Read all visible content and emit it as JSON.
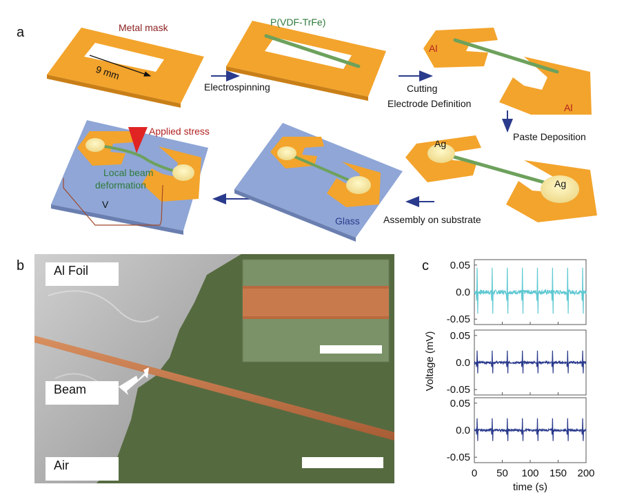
{
  "panels": {
    "a": {
      "letter": "a",
      "metal_mask": "Metal mask",
      "dimension": "9 mm",
      "polymer": "P(VDF-TrFe)",
      "step1": "Electrospinning",
      "al_left": "Al",
      "al_right": "Al",
      "step2_line1": "Cutting",
      "step2_line2": "Electrode Definition",
      "step3": "Paste Deposition",
      "ag_left": "Ag",
      "ag_right": "Ag",
      "step4": "Assembly on substrate",
      "glass": "Glass",
      "applied_stress": "Applied stress",
      "local_beam_line1": "Local beam",
      "local_beam_line2": "deformation",
      "voltage_symbol": "V"
    },
    "b": {
      "letter": "b",
      "al_foil": "Al Foil",
      "beam": "Beam",
      "air": "Air"
    },
    "c": {
      "letter": "c"
    }
  },
  "colors": {
    "mask_orange": "#f3a42c",
    "beam_green": "#6da15c",
    "glass_blue": "#8fa6d6",
    "sem_green": "#566a40",
    "sem_beam": "#c4784a",
    "signal_cyan": "#5fc8d2",
    "signal_navy": "#2a3a8c"
  },
  "chart_data": {
    "type": "line",
    "title": "",
    "xlabel": "time (s)",
    "ylabel": "Voltage (mV)",
    "xlim": [
      0,
      200
    ],
    "ylim": [
      -0.06,
      0.06
    ],
    "x_ticks": [
      "0",
      "50",
      "100",
      "150",
      "200"
    ],
    "y_ticks": [
      "0.05",
      "0.0",
      "-0.05"
    ],
    "series": [
      {
        "color": "#5fc8d2",
        "pulse_times": [
          5,
          32,
          59,
          86,
          113,
          140,
          167,
          194
        ],
        "peak_max": 0.045,
        "peak_min": -0.04,
        "noise_level": 0.004
      },
      {
        "color": "#2a3a8c",
        "pulse_times": [
          5,
          32,
          59,
          86,
          113,
          140,
          167,
          194
        ],
        "peak_max": 0.022,
        "peak_min": -0.02,
        "noise_level": 0.002
      },
      {
        "color": "#2a3a8c",
        "pulse_times": [
          5,
          32,
          59,
          86,
          113,
          140,
          167,
          194
        ],
        "peak_max": 0.022,
        "peak_min": -0.02,
        "noise_level": 0.002
      }
    ]
  }
}
